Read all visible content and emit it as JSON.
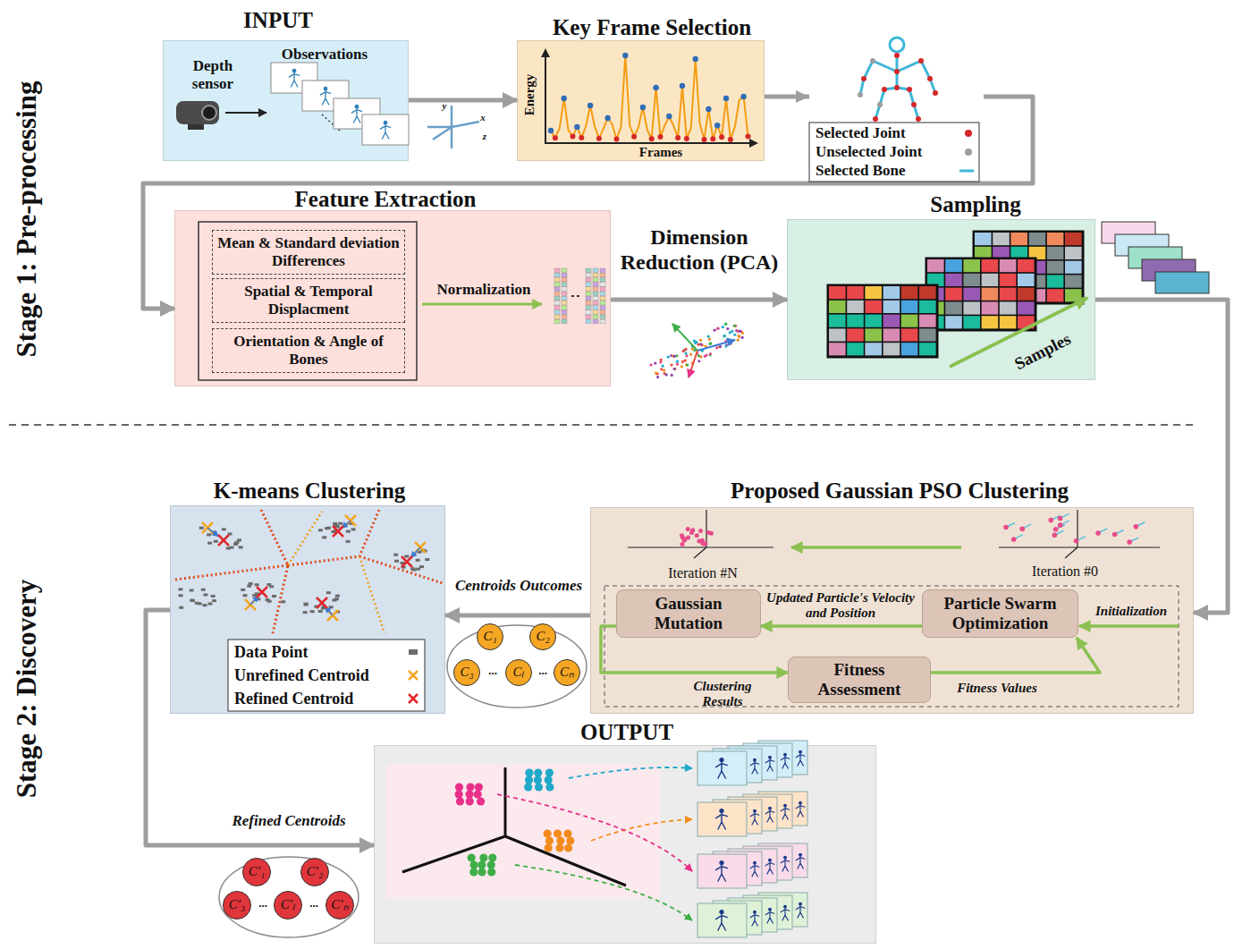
{
  "diagram": {
    "nodes": [
      {
        "text": [
          "INPUT",
          "Depth sensor",
          "Observations"
        ]
      },
      {
        "text": [
          "Key Frame Selection",
          "Energy",
          "Frames"
        ]
      },
      {
        "text": [
          "Feature Extraction",
          "Normalization"
        ]
      },
      {
        "text": [
          "Mean & Standard deviation Differences"
        ],
        "in": 2
      },
      {
        "text": [
          "Spatial & Temporal Displacment"
        ],
        "in": 2
      },
      {
        "text": [
          "Orientation & Angle of Bones"
        ],
        "in": 2
      },
      {
        "text": [
          "Sampling",
          "Samples"
        ]
      },
      {
        "text": [
          "Proposed Gaussian PSO Clustering",
          "Iteration #N",
          "Iteration #0"
        ]
      },
      {
        "text": [
          "Gaussian Mutation"
        ],
        "in": 7
      },
      {
        "text": [
          "Particle Swarm Optimization"
        ],
        "in": 7
      },
      {
        "text": [
          "Fitness Assessment"
        ],
        "in": 7
      },
      {
        "text": [
          "K-means Clustering"
        ]
      },
      {
        "text": [
          "C₁"
        ]
      },
      {
        "text": [
          "C₂"
        ]
      },
      {
        "text": [
          "C₃"
        ]
      },
      {
        "text": [
          "Cₗ"
        ]
      },
      {
        "text": [
          "Cₙ"
        ]
      },
      {
        "text": [
          "OUTPUT"
        ]
      },
      {
        "text": [
          "C′₁"
        ]
      },
      {
        "text": [
          "C′₂"
        ]
      },
      {
        "text": [
          "C′₃"
        ]
      },
      {
        "text": [
          "C′ₗ"
        ]
      },
      {
        "text": [
          "C′ₙ"
        ]
      }
    ],
    "edges": [
      {
        "from": 0,
        "to": 1,
        "arrow": "to"
      },
      {
        "from": 1,
        "to": 2,
        "arrow": "to"
      },
      {
        "from": 2,
        "to": 6,
        "arrow": "to",
        "label": "Dimension Reduction (PCA)"
      },
      {
        "from": 6,
        "to": 7,
        "arrow": "to"
      },
      {
        "from": 9,
        "to": 8,
        "arrow": "to",
        "label": "Updated Particle's Velocity and Position"
      },
      {
        "from": 8,
        "to": 10,
        "arrow": "to",
        "label": "Clustering Results"
      },
      {
        "from": 10,
        "to": 9,
        "arrow": "to",
        "label": "Fitness Values"
      },
      {
        "from": 7,
        "to": 11,
        "arrow": "to",
        "label": "Centroids Outcomes"
      },
      {
        "from": 11,
        "to": 17,
        "arrow": "to",
        "label": "Refined Centroids"
      }
    ],
    "labels": [
      "Stage 1: Pre-processing",
      "Stage 2: Discovery",
      "y",
      "x",
      "z",
      "Initialization",
      "...",
      "...",
      "...",
      "..."
    ],
    "legend": [
      {
        "text": "Selected Joint",
        "color": "#d62728"
      },
      {
        "text": "Unselected Joint",
        "color": "#9e9e9e"
      },
      {
        "text": "Selected Bone"
      },
      {
        "text": "Data Point",
        "color": "#6b6b6b"
      },
      {
        "text": "Unrefined Centroid"
      },
      {
        "text": "Refined Centroid"
      }
    ]
  }
}
